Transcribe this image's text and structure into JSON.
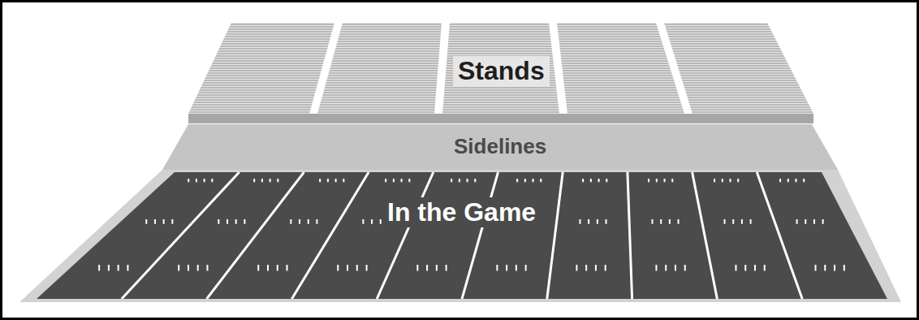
{
  "diagram": {
    "nodes": [
      {
        "text": [
          "Stands"
        ]
      },
      {
        "text": [
          "Sidelines"
        ]
      },
      {
        "text": [
          "In the Game"
        ]
      }
    ]
  }
}
